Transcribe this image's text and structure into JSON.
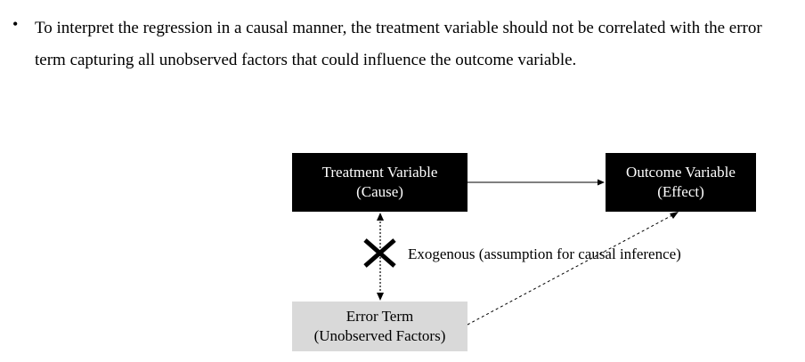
{
  "bullet": {
    "marker": "•",
    "text": "To interpret the regression in a causal manner, the treatment variable should not be correlated with the error term capturing all unobserved factors that could influence the outcome variable."
  },
  "diagram": {
    "treatment": {
      "line1": "Treatment Variable",
      "line2": "(Cause)"
    },
    "outcome": {
      "line1": "Outcome Variable",
      "line2": "(Effect)"
    },
    "error": {
      "line1": "Error Term",
      "line2": "(Unobserved Factors)"
    },
    "exogenous_label": "Exogenous (assumption for causal inference)"
  },
  "colors": {
    "dark_box": "#000000",
    "light_box": "#d9d9d9",
    "text": "#000000"
  },
  "icons": {
    "cross": "x-mark-icon"
  }
}
